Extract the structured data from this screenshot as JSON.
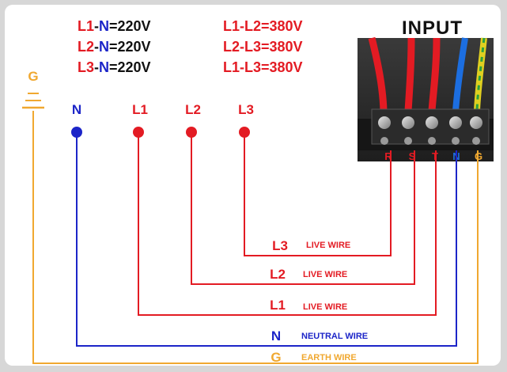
{
  "formulas_left": [
    {
      "a": "L1",
      "b": "N",
      "value": "=220V"
    },
    {
      "a": "L2",
      "b": "N",
      "value": "=220V"
    },
    {
      "a": "L3",
      "b": "N",
      "value": "=220V"
    }
  ],
  "formulas_right": [
    "L1-L2=380V",
    "L2-L3=380V",
    "L1-L3=380V"
  ],
  "input_title": "INPUT",
  "terminals": [
    "N",
    "L1",
    "L2",
    "L3"
  ],
  "ground_label": "G",
  "terminal_block_letters": [
    "R",
    "S",
    "T",
    "N",
    "G"
  ],
  "wires": [
    {
      "code": "L3",
      "name": "LIVE WIRE"
    },
    {
      "code": "L2",
      "name": "LIVE WIRE"
    },
    {
      "code": "L1",
      "name": "LIVE WIRE"
    },
    {
      "code": "N",
      "name": "NEUTRAL WIRE"
    },
    {
      "code": "G",
      "name": "EARTH WIRE"
    }
  ],
  "colors": {
    "live": "#e31b23",
    "neutral": "#1c25c8",
    "earth": "#f0a830",
    "text_dark": "#111111"
  }
}
